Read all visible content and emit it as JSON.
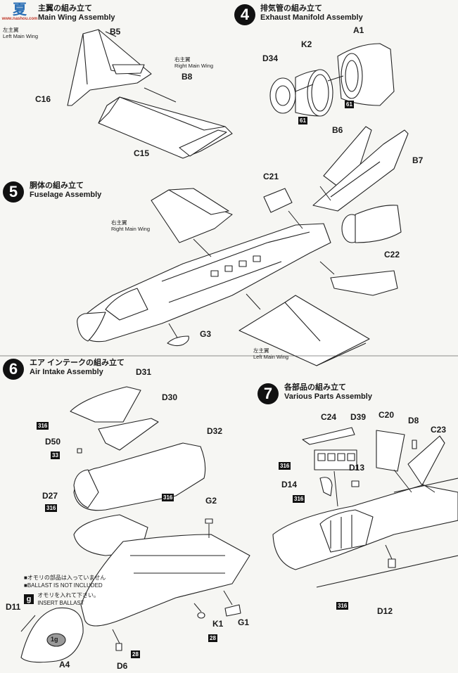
{
  "logo": {
    "mark": "夏",
    "text": "www.nashou.com"
  },
  "steps": {
    "s3": {
      "jp": "主翼の組み立て",
      "en": "Main Wing Assembly"
    },
    "s4": {
      "number": "4",
      "jp": "排気管の組み立て",
      "en": "Exhaust Manifold Assembly"
    },
    "s5": {
      "number": "5",
      "jp": "胴体の組み立て",
      "en": "Fuselage Assembly"
    },
    "s6": {
      "number": "6",
      "jp": "エア インテークの組み立て",
      "en": "Air Intake Assembly"
    },
    "s7": {
      "number": "7",
      "jp": "各部品の組み立て",
      "en": "Various Parts Assembly"
    }
  },
  "wing_notes": {
    "left_top": {
      "jp": "左主翼",
      "en": "Left Main Wing"
    },
    "right_top": {
      "jp": "右主翼",
      "en": "Right Main Wing"
    },
    "right_mid": {
      "jp": "右主翼",
      "en": "Right Main Wing"
    },
    "left_mid": {
      "jp": "左主翼",
      "en": "Left Main Wing"
    }
  },
  "parts": {
    "B5": "B5",
    "B8": "B8",
    "C16": "C16",
    "C15": "C15",
    "A1": "A1",
    "K2": "K2",
    "D34": "D34",
    "B6": "B6",
    "B7": "B7",
    "C21": "C21",
    "C22": "C22",
    "G3": "G3",
    "D31": "D31",
    "D30": "D30",
    "D32": "D32",
    "D50": "D50",
    "D27": "D27",
    "G2": "G2",
    "K1": "K1",
    "G1": "G1",
    "D11": "D11",
    "A4": "A4",
    "D6": "D6",
    "C24": "C24",
    "D39": "D39",
    "C20": "C20",
    "D8": "D8",
    "C23": "C23",
    "D13": "D13",
    "D14": "D14",
    "D12": "D12"
  },
  "badges": {
    "b61a": "61",
    "b61b": "61",
    "b316a": "316",
    "b33": "33",
    "b316b": "316",
    "b316c": "316",
    "b28a": "28",
    "b28b": "28",
    "b316d": "316",
    "b316e": "316",
    "b316f": "316"
  },
  "ballast": {
    "line1": "■オモリの部品は入っていません",
    "line2": "■BALLAST IS NOT INCLUDED",
    "g": "g",
    "line3": "オモリを入れて下さい。",
    "line4": "INSERT BALLAST",
    "weight": "1g"
  }
}
